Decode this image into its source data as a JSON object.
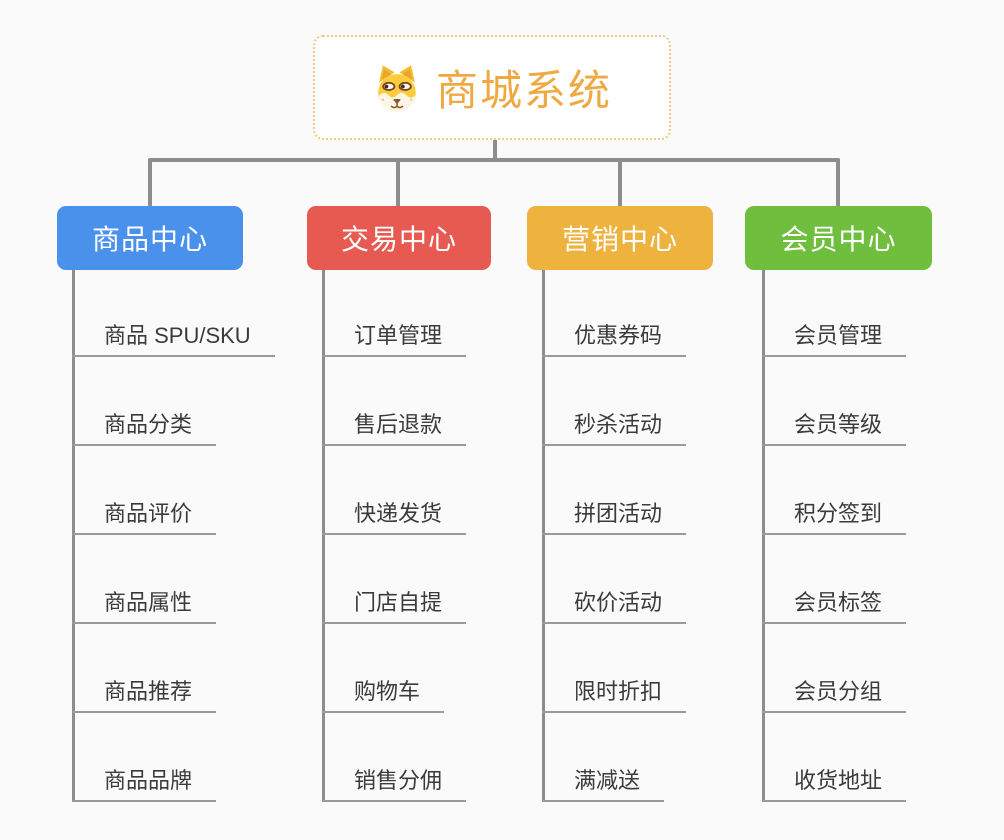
{
  "root": {
    "title": "商城系统",
    "icon": "dog-face-icon"
  },
  "branches": [
    {
      "label": "商品中心",
      "color": "#4A91EC",
      "items": [
        "商品 SPU/SKU",
        "商品分类",
        "商品评价",
        "商品属性",
        "商品推荐",
        "商品品牌"
      ]
    },
    {
      "label": "交易中心",
      "color": "#E75A52",
      "items": [
        "订单管理",
        "售后退款",
        "快递发货",
        "门店自提",
        "购物车",
        "销售分佣"
      ]
    },
    {
      "label": "营销中心",
      "color": "#EEB23F",
      "items": [
        "优惠券码",
        "秒杀活动",
        "拼团活动",
        "砍价活动",
        "限时折扣",
        "满减送"
      ]
    },
    {
      "label": "会员中心",
      "color": "#6FBE3E",
      "items": [
        "会员管理",
        "会员等级",
        "积分签到",
        "会员标签",
        "会员分组",
        "收货地址"
      ]
    }
  ],
  "colors": {
    "background": "#FAFAFA",
    "connector_line": "#8D8D8D",
    "leaf_underline": "#9A9A9A",
    "leaf_text": "#3B3B3B",
    "root_title": "#F0A843",
    "root_border": "#F2C886"
  }
}
